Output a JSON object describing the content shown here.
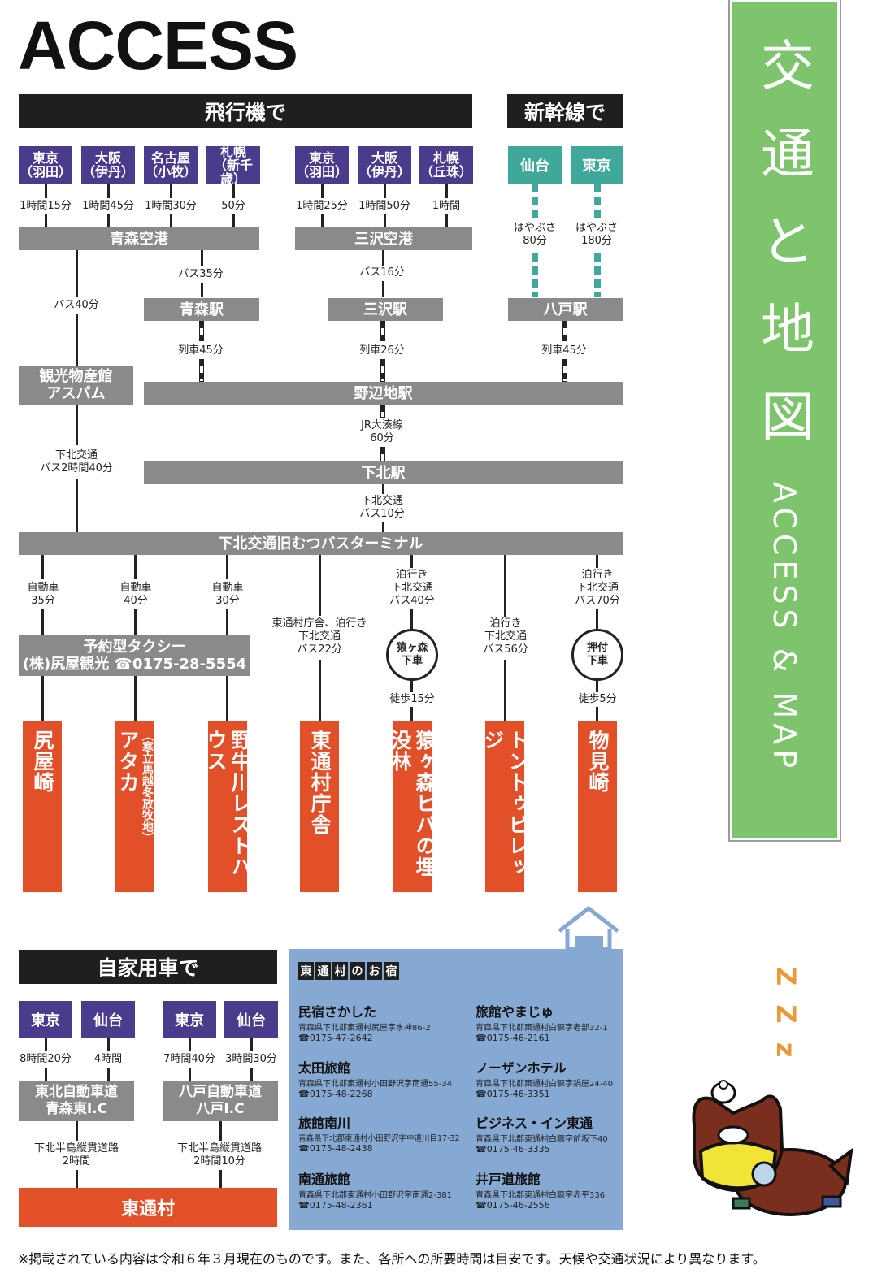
{
  "title": "ACCESS",
  "side": {
    "chars": [
      "交",
      "通",
      "と",
      "地",
      "図"
    ],
    "sub": "ACCESS & MAP"
  },
  "air": {
    "header": "飛行機で",
    "origins_aomori": [
      {
        "city": "東京",
        "port": "（羽田）",
        "time": "1時間15分"
      },
      {
        "city": "大阪",
        "port": "（伊丹）",
        "time": "1時間45分"
      },
      {
        "city": "名古屋",
        "port": "（小牧）",
        "time": "1時間30分"
      },
      {
        "city": "札幌",
        "port": "（新千歳）",
        "time": "50分"
      }
    ],
    "origins_misawa": [
      {
        "city": "東京",
        "port": "（羽田）",
        "time": "1時間25分"
      },
      {
        "city": "大阪",
        "port": "（伊丹）",
        "time": "1時間50分"
      },
      {
        "city": "札幌",
        "port": "（丘珠）",
        "time": "1時間"
      }
    ],
    "aomori_airport": "青森空港",
    "misawa_airport": "三沢空港",
    "bus35": "バス35分",
    "bus40": "バス40分",
    "bus16": "バス16分",
    "aomori_station": "青森駅",
    "misawa_station": "三沢駅",
    "train45a": "列車45分",
    "train26": "列車26分",
    "asupamu": "観光物産館\nアスパム",
    "shimokita_bus": "下北交通\nバス2時間40分"
  },
  "shinkansen": {
    "header": "新幹線で",
    "sendai": "仙台",
    "tokyo": "東京",
    "hayabusa80": "はやぶさ\n80分",
    "hayabusa180": "はやぶさ\n180分",
    "hachinohe": "八戸駅",
    "train45b": "列車45分"
  },
  "trunk": {
    "noheji": "野辺地駅",
    "jr_ominato": "JR大湊線\n60分",
    "shimokita_station": "下北駅",
    "bus10": "下北交通\nバス10分",
    "terminal": "下北交通旧むつバスターミナル"
  },
  "branches": {
    "car35": "自動車\n35分",
    "car40": "自動車\n40分",
    "car30": "自動車\n30分",
    "taxi": "予約型タクシー",
    "taxi2": "(株)尻屋観光 ☎0175-28-5554",
    "village_bus": "東通村庁舎、泊行き\n下北交通\nバス22分",
    "saru_bus": "泊行き\n下北交通\nバス40分",
    "saru_stop": "猿ヶ森\n下車",
    "walk15": "徒歩15分",
    "tonto_bus": "泊行き\n下北交通\nバス56分",
    "oshi_bus": "泊行き\n下北交通\nバス70分",
    "oshi_stop": "押付\n下車",
    "walk5": "徒歩5分"
  },
  "destinations": [
    {
      "name": "尻屋崎",
      "sub": ""
    },
    {
      "name": "アタカ",
      "sub": "（寒立馬越冬放牧地）"
    },
    {
      "name": "野牛川レストハウス",
      "sub": ""
    },
    {
      "name": "東通村庁舎",
      "sub": ""
    },
    {
      "name": "猿ヶ森ヒバの埋没林",
      "sub": ""
    },
    {
      "name": "トントゥビレッジ",
      "sub": ""
    },
    {
      "name": "物見崎",
      "sub": ""
    }
  ],
  "car": {
    "header": "自家用車で",
    "tokyo": "東京",
    "sendai": "仙台",
    "t1": "8時間20分",
    "t2": "4時間",
    "t3": "7時間40分",
    "t4": "3時間30分",
    "ic1": "東北自動車道\n青森東I.C",
    "ic2": "八戸自動車道\n八戸I.C",
    "road1": "下北半島縦貫道路\n2時間",
    "road2": "下北半島縦貫道路\n2時間10分",
    "dest": "東通村"
  },
  "lodging": {
    "header": [
      "東",
      "通",
      "村",
      "の",
      "お",
      "宿"
    ],
    "items": [
      {
        "name": "民宿さかした",
        "addr": "青森県下北郡東通村尻屋字水神86-2",
        "tel": "☎0175-47-2642"
      },
      {
        "name": "旅館やまじゅ",
        "addr": "青森県下北郡東通村白糠字老部32-1",
        "tel": "☎0175-46-2161"
      },
      {
        "name": "太田旅館",
        "addr": "青森県下北郡東通村小田野沢字南通55-34",
        "tel": "☎0175-48-2268"
      },
      {
        "name": "ノーザンホテル",
        "addr": "青森県下北郡東通村白糠字鍋屋24-40",
        "tel": "☎0175-46-3351"
      },
      {
        "name": "旅館南川",
        "addr": "青森県下北郡東通村小田野沢字中道川目17-32",
        "tel": "☎0175-48-2438"
      },
      {
        "name": "ビジネス・イン東通",
        "addr": "青森県下北郡東通村白糠字前坂下40",
        "tel": "☎0175-46-3335"
      },
      {
        "name": "南通旅館",
        "addr": "青森県下北郡東通村小田野沢字南通2-381",
        "tel": "☎0175-48-2361"
      },
      {
        "name": "井戸道旅館",
        "addr": "青森県下北郡東通村白糠字赤平336",
        "tel": "☎0175-46-2556"
      }
    ]
  },
  "zzz": "Z Z z",
  "footnote": "※掲載されている内容は令和６年３月現在のものです。また、各所への所要時間は目安です。天候や交通状況により異なります。",
  "colors": {
    "purple": "#4a3b8c",
    "teal": "#3fa89b",
    "gray": "#8a8a8a",
    "orange": "#e2502a",
    "green": "#7dc46d",
    "blue": "#86a9d4"
  }
}
